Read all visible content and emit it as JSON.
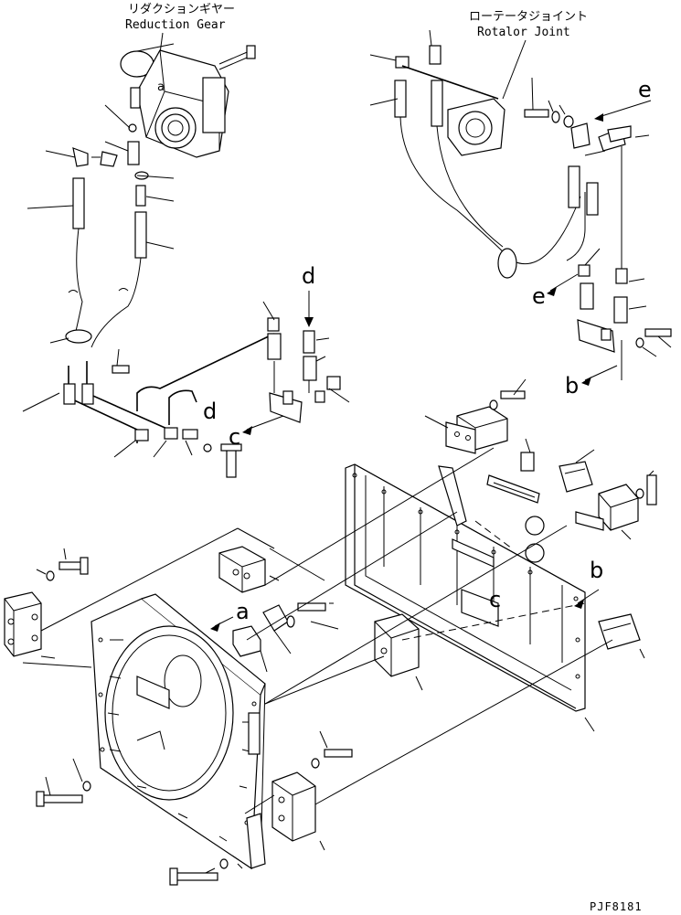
{
  "labels": {
    "reduction_gear_jp": "リダクションギヤー",
    "reduction_gear_en": "Reduction Gear",
    "rotator_joint_jp": "ローテータジョイント",
    "rotator_joint_en": "Rotalor Joint"
  },
  "refs": {
    "a": "a",
    "b": "b",
    "c": "c",
    "d": "d",
    "e": "e"
  },
  "drawing_code": "PJF8181"
}
